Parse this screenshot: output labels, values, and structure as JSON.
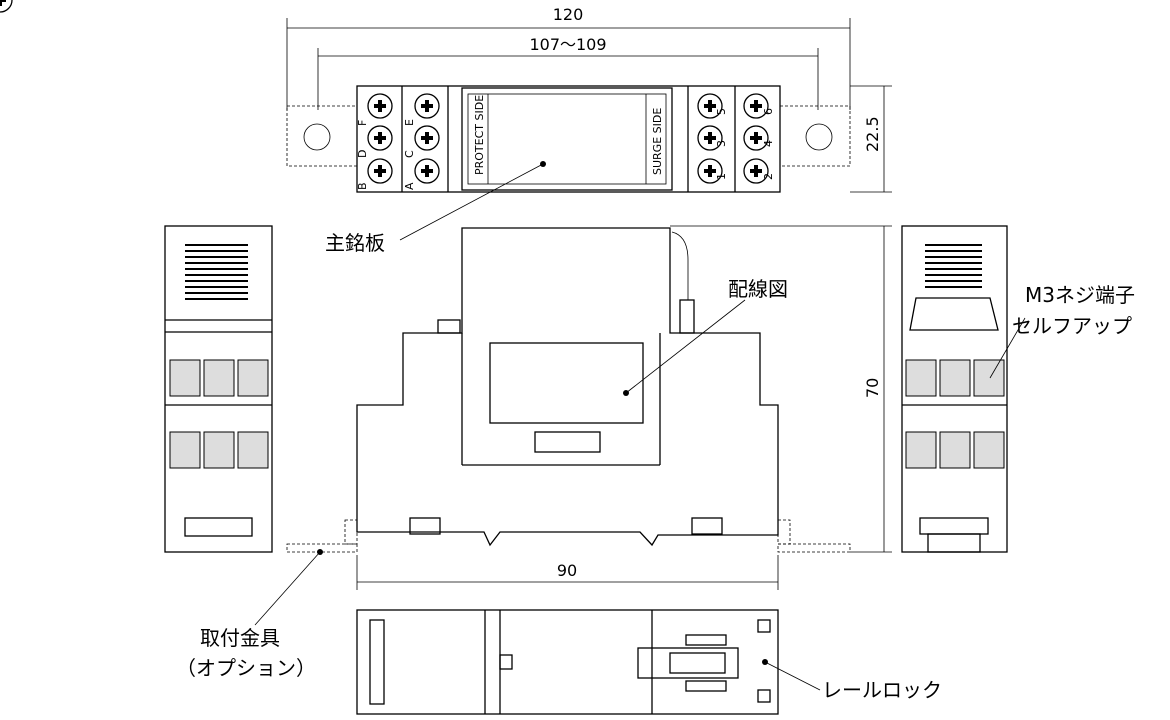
{
  "dimensions": {
    "overall_width": "120",
    "mounting_pitch": "107〜109",
    "top_depth": "22.5",
    "height": "70",
    "base_width": "90"
  },
  "callouts": {
    "nameplate": "主銘板",
    "wiring_diagram": "配線図",
    "terminal_line1": "M3ネジ端子",
    "terminal_line2": "セルフアップ",
    "bracket_line1": "取付金具",
    "bracket_line2": "（オプション）",
    "rail_lock": "レールロック"
  },
  "top_view": {
    "protect_side": "PROTECT SIDE",
    "surge_side": "SURGE SIDE",
    "left_terminals": [
      "F",
      "E",
      "D",
      "C",
      "B",
      "A"
    ],
    "right_terminals": [
      "5",
      "6",
      "3",
      "4",
      "1",
      "2"
    ]
  }
}
